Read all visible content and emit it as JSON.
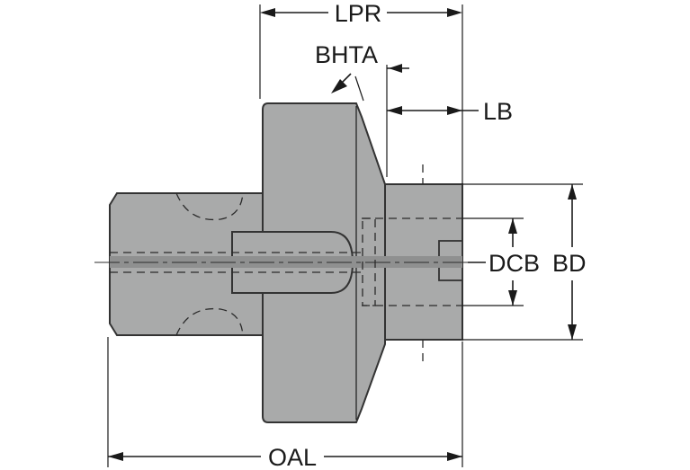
{
  "labels": {
    "lpr": "LPR",
    "bhta": "BHTA",
    "lb": "LB",
    "dcb": "DCB",
    "bd": "BD",
    "oal": "OAL"
  },
  "colors": {
    "body_fill": "#a9aaaa",
    "outline": "#333333",
    "dimension": "#1a1a1a",
    "background": "#ffffff"
  }
}
